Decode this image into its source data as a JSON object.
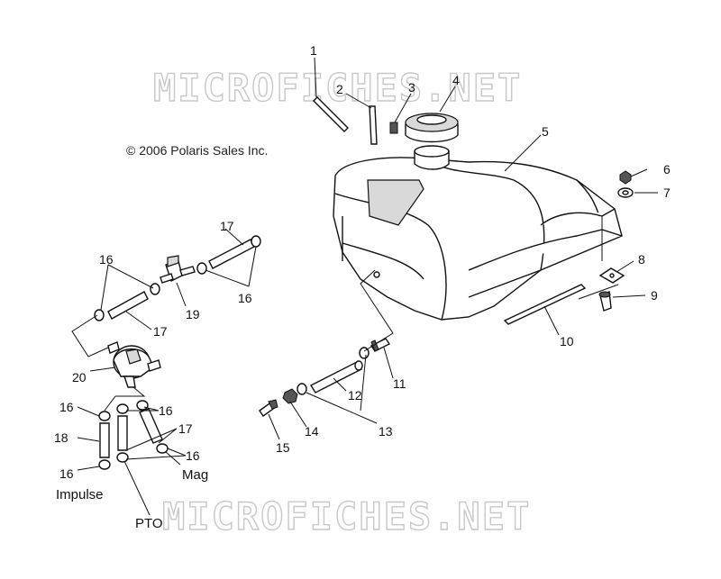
{
  "watermark": "MICROFICHES.NET",
  "copyright": "© 2006 Polaris Sales Inc.",
  "callouts": [
    "1",
    "2",
    "3",
    "4",
    "5",
    "6",
    "7",
    "8",
    "9",
    "10",
    "11",
    "12",
    "13",
    "14",
    "15",
    "16",
    "17",
    "18",
    "19",
    "20"
  ],
  "labels": {
    "impulse": "Impulse",
    "pto": "PTO",
    "mag": "Mag"
  }
}
